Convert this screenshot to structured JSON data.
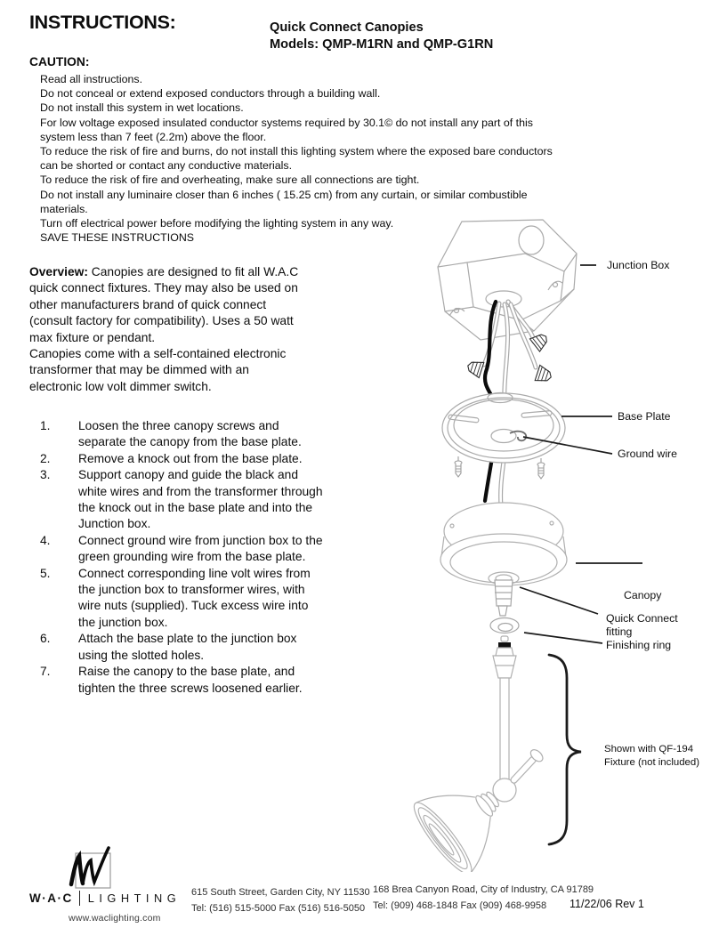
{
  "header": {
    "title": "INSTRUCTIONS:",
    "product_line1": "Quick Connect Canopies",
    "product_line2": "Models: QMP-M1RN and QMP-G1RN"
  },
  "caution": {
    "heading": "CAUTION:",
    "items": [
      "Read all instructions.",
      "Do not conceal or extend exposed conductors through a building wall.",
      "Do not install this system in wet locations.",
      "For low voltage exposed insulated conductor systems required by 30.1© do not install any part of this\nsystem less than 7 feet (2.2m) above the floor.",
      "To reduce the risk of fire and burns, do not install this lighting system where the exposed bare conductors\ncan be shorted or contact any conductive materials.",
      "To reduce the risk of fire and overheating, make sure all connections are tight.",
      "Do not install any luminaire closer than 6 inches ( 15.25 cm) from any curtain, or similar combustible\nmaterials.",
      "Turn off electrical power before modifying the lighting system in any way.",
      "SAVE THESE INSTRUCTIONS"
    ]
  },
  "overview": {
    "label": "Overview:",
    "paragraph1": "Canopies are designed to fit all W.A.C\nquick connect fixtures. They may also be used on\nother manufacturers brand of quick connect\n(consult factory for compatibility).  Uses a 50 watt\nmax fixture or pendant.",
    "paragraph2": "Canopies come with a self-contained electronic\ntransformer that may be dimmed with an\nelectronic low volt dimmer switch."
  },
  "steps": [
    {
      "num": "1.",
      "text": "Loosen the three canopy screws and\nseparate the canopy from the base plate."
    },
    {
      "num": "2.",
      "text": "Remove a knock out from the base plate."
    },
    {
      "num": "3.",
      "text": "Support canopy and guide the black and\nwhite wires and from the transformer through\nthe knock out in the base plate and into the\nJunction box."
    },
    {
      "num": "4.",
      "text": "Connect ground wire from junction box to the\ngreen grounding wire from the base plate."
    },
    {
      "num": "5.",
      "text": "Connect corresponding line volt wires from\nthe junction box to transformer wires, with\nwire nuts (supplied). Tuck excess wire into\nthe junction box."
    },
    {
      "num": "6.",
      "text": "Attach the base plate to the junction box\nusing the slotted holes."
    },
    {
      "num": "7.",
      "text": "Raise the canopy to the base plate, and\ntighten the three screws loosened earlier."
    }
  ],
  "diagram": {
    "labels": {
      "junction_box": "Junction Box",
      "base_plate": "Base Plate",
      "ground_wire": "Ground wire",
      "canopy": "Canopy",
      "quick_connect_fitting": "Quick Connect\nfitting",
      "finishing_ring": "Finishing ring",
      "fixture_note": "Shown with QF-194\nFixture (not included)"
    }
  },
  "footer": {
    "brand_wac": "W·A·C",
    "brand_lighting": "LIGHTING",
    "website": "www.waclighting.com",
    "address_ny_line1": "615 South Street, Garden City, NY 11530",
    "address_ny_line2": "Tel: (516) 515-5000  Fax (516) 516-5050",
    "address_ca_line1": "168 Brea Canyon Road, City of Industry, CA 91789",
    "address_ca_line2": "Tel: (909) 468-1848  Fax (909) 468-9958",
    "revision": "11/22/06 Rev 1"
  }
}
